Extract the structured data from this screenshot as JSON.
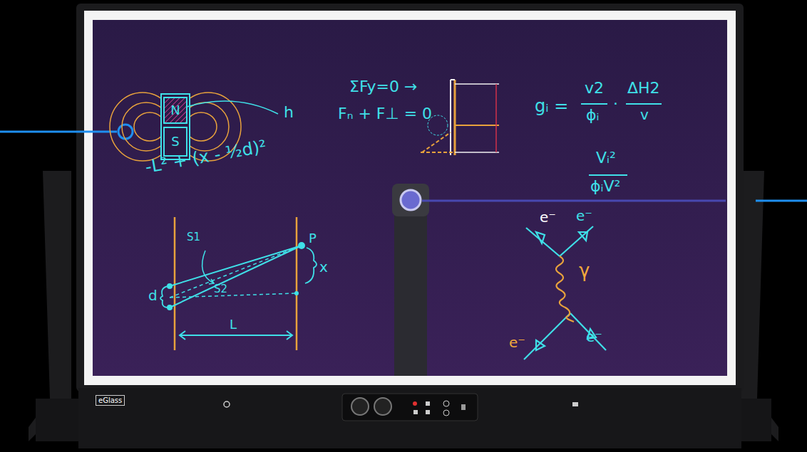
{
  "diagram": {
    "nodes": [
      {
        "text": [
          "N"
        ]
      },
      {
        "text": [
          "S"
        ]
      }
    ],
    "labels": [
      "h",
      "ΣFy=0 →",
      "Fₙ + F⊥ = 0",
      "gᵢ =",
      "v2",
      "ϕᵢ",
      "·",
      "ΔH2",
      "v",
      "Vᵢ²",
      "ϕᵢV²",
      "-L² + (x - ½d)²",
      "P",
      "x",
      "S1",
      "S2",
      "d",
      "L",
      "e⁻",
      "e⁻",
      "e⁻",
      "e⁻",
      "γ",
      "eGlass"
    ]
  }
}
